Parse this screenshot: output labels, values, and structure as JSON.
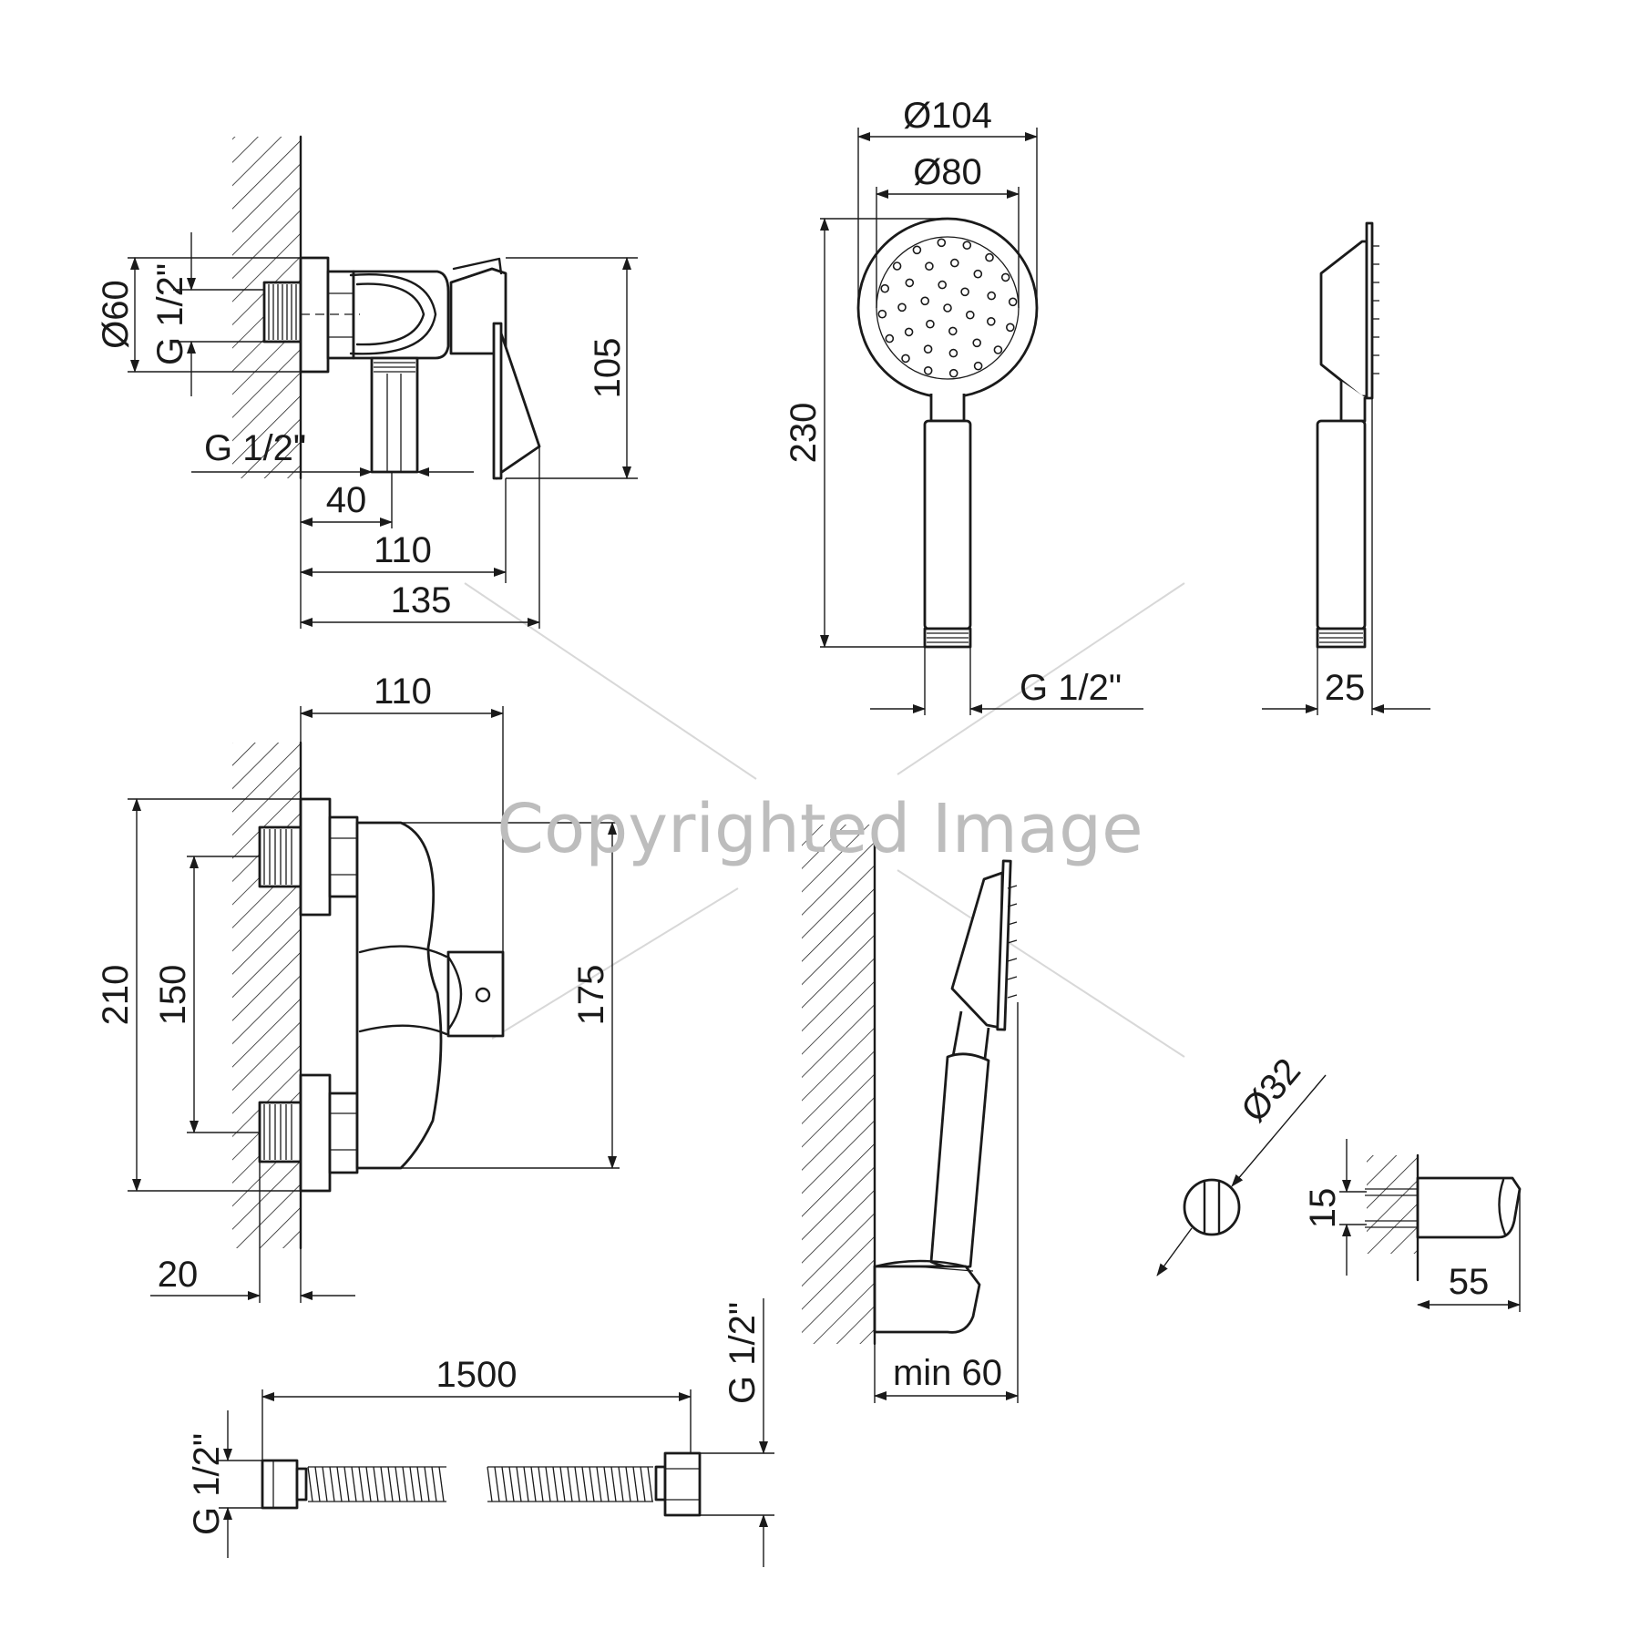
{
  "watermark": "Copyrighted Image",
  "dimensions": {
    "mixer_side": {
      "d60": "Ø60",
      "thread_wall": "G 1/2\"",
      "thread_outlet": "G 1/2\"",
      "d40": "40",
      "d110": "110",
      "d135": "135",
      "d105": "105"
    },
    "hand_shower": {
      "d104": "Ø104",
      "d80": "Ø80",
      "d230": "230",
      "thread": "G 1/2\"",
      "d25": "25"
    },
    "mixer_front": {
      "d110": "110",
      "d210": "210",
      "d150": "150",
      "d175": "175",
      "d20": "20"
    },
    "hose": {
      "d1500": "1500",
      "thread_left": "G 1/2\"",
      "thread_right": "G 1/2\""
    },
    "holder": {
      "min60": "min 60",
      "d32": "Ø32",
      "d15": "15",
      "d55": "55"
    }
  },
  "colors": {
    "line": "#1a1a1a",
    "watermark": "#bdbdbd",
    "background": "#ffffff"
  }
}
